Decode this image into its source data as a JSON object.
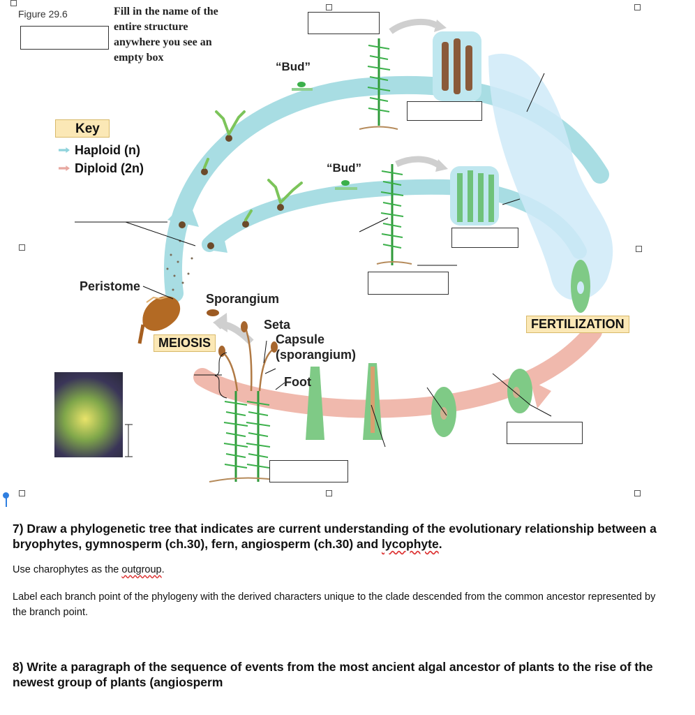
{
  "figure": {
    "label": "Figure 29.6",
    "instruction": "Fill in the name of the entire structure anywhere you see an empty box",
    "key": {
      "title": "Key",
      "haploid": "Haploid (n)",
      "diploid": "Diploid (2n)",
      "haploid_color": "#8fd3dc",
      "diploid_color": "#e8a8a0"
    },
    "labels": {
      "bud_top": "“Bud”",
      "bud_mid": "“Bud”",
      "peristome": "Peristome",
      "sporangium": "Sporangium",
      "seta": "Seta",
      "capsule": "Capsule",
      "capsule_sub": "(sporangium)",
      "foot": "Foot",
      "meiosis": "MEIOSIS",
      "fertilization": "FERTILIZATION"
    }
  },
  "questions": {
    "q7_title": "7) Draw a phylogenetic tree that indicates are current understanding of the evolutionary relationship between a bryophytes, gymnosperm (ch.30), fern, angiosperm (ch.30) and ",
    "q7_title_end": "lycophyte",
    "q7_title_dot": ".",
    "q7_line1_start": "Use charophytes as the ",
    "q7_line1_word": "outgroup",
    "q7_line1_end": ".",
    "q7_line2": "Label each branch point of the phylogeny with the derived characters unique to the clade descended from the common ancestor represented by the branch point.",
    "q8_title": "8) Write a paragraph of the sequence of events from the most ancient algal ancestor of plants to the rise of the newest group of plants (angiosperm"
  }
}
